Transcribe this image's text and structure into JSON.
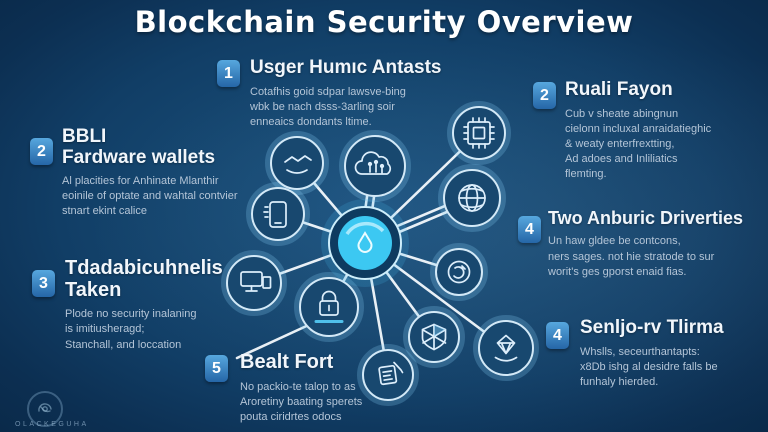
{
  "title": "Blockchain Security Overview",
  "sections": {
    "top": {
      "number": "1",
      "heading": "Usger Humıc Antasts",
      "body": "Cotafhis goid sdpar lawsve-bing\nwbk be nach dsss-3arling soir\nenneaics dondants ltime."
    },
    "left_upper": {
      "number": "2",
      "heading": "BBLI\nFardware wallets",
      "body": "Al placities for Anhinate Mlanthir\neoinile of optate and wahtal contvier\nstnart ekint calice"
    },
    "left_lower": {
      "number": "3",
      "heading": "Tdadabicuhnelis\nTaken",
      "body": "Plode no security inalaning\nis imitiusheragd;\nStanchall, and loccation"
    },
    "bottom": {
      "number": "5",
      "heading": "Bealt Fort",
      "body": "No packio-te talop to as\nAroretiny baating sperets\npouta ciridrtes odocs"
    },
    "right_upper": {
      "number": "2",
      "heading": "Ruali Fayon",
      "body": "Cub v sheate abingnun\ncielonn incluxal anraidatieghic\n& weaty enterfrextting,\nAd adoes and Inliliatics\nflemting."
    },
    "right_middle": {
      "number": "4",
      "heading": "Two Anburic Driverties",
      "body": "Un haw gldee be contcons,\nners sages. not hie stratode to sur\nworit's ges gporst enaid fias."
    },
    "right_lower": {
      "number": "4",
      "heading": "Senljo-rv Tlirma",
      "body": "Whslls, seceurthantapts:\nx8Db ishg al desidre falls be\nfunhaly hierded."
    }
  },
  "footer": {
    "logo_text": "OLACKEGUHA"
  },
  "diagram": {
    "hub_icon": "shield-drop-icon",
    "node_icons": [
      "handshake-icon",
      "ai-brain-icon",
      "circuit-chip-icon",
      "globe-icon",
      "smartphone-icon",
      "coin-icon",
      "desktop-computer-icon",
      "lock-icon",
      "globe-shield-icon",
      "hand-diamond-icon",
      "document-pen-icon"
    ]
  },
  "colors": {
    "background": "#12416b",
    "badge_accent": "#2f7cc0",
    "hub_cyan": "#3cc8f2",
    "heading_text": "#f1f6fb",
    "body_text": "#b4c5d7",
    "spoke": "#f4f9fd"
  }
}
